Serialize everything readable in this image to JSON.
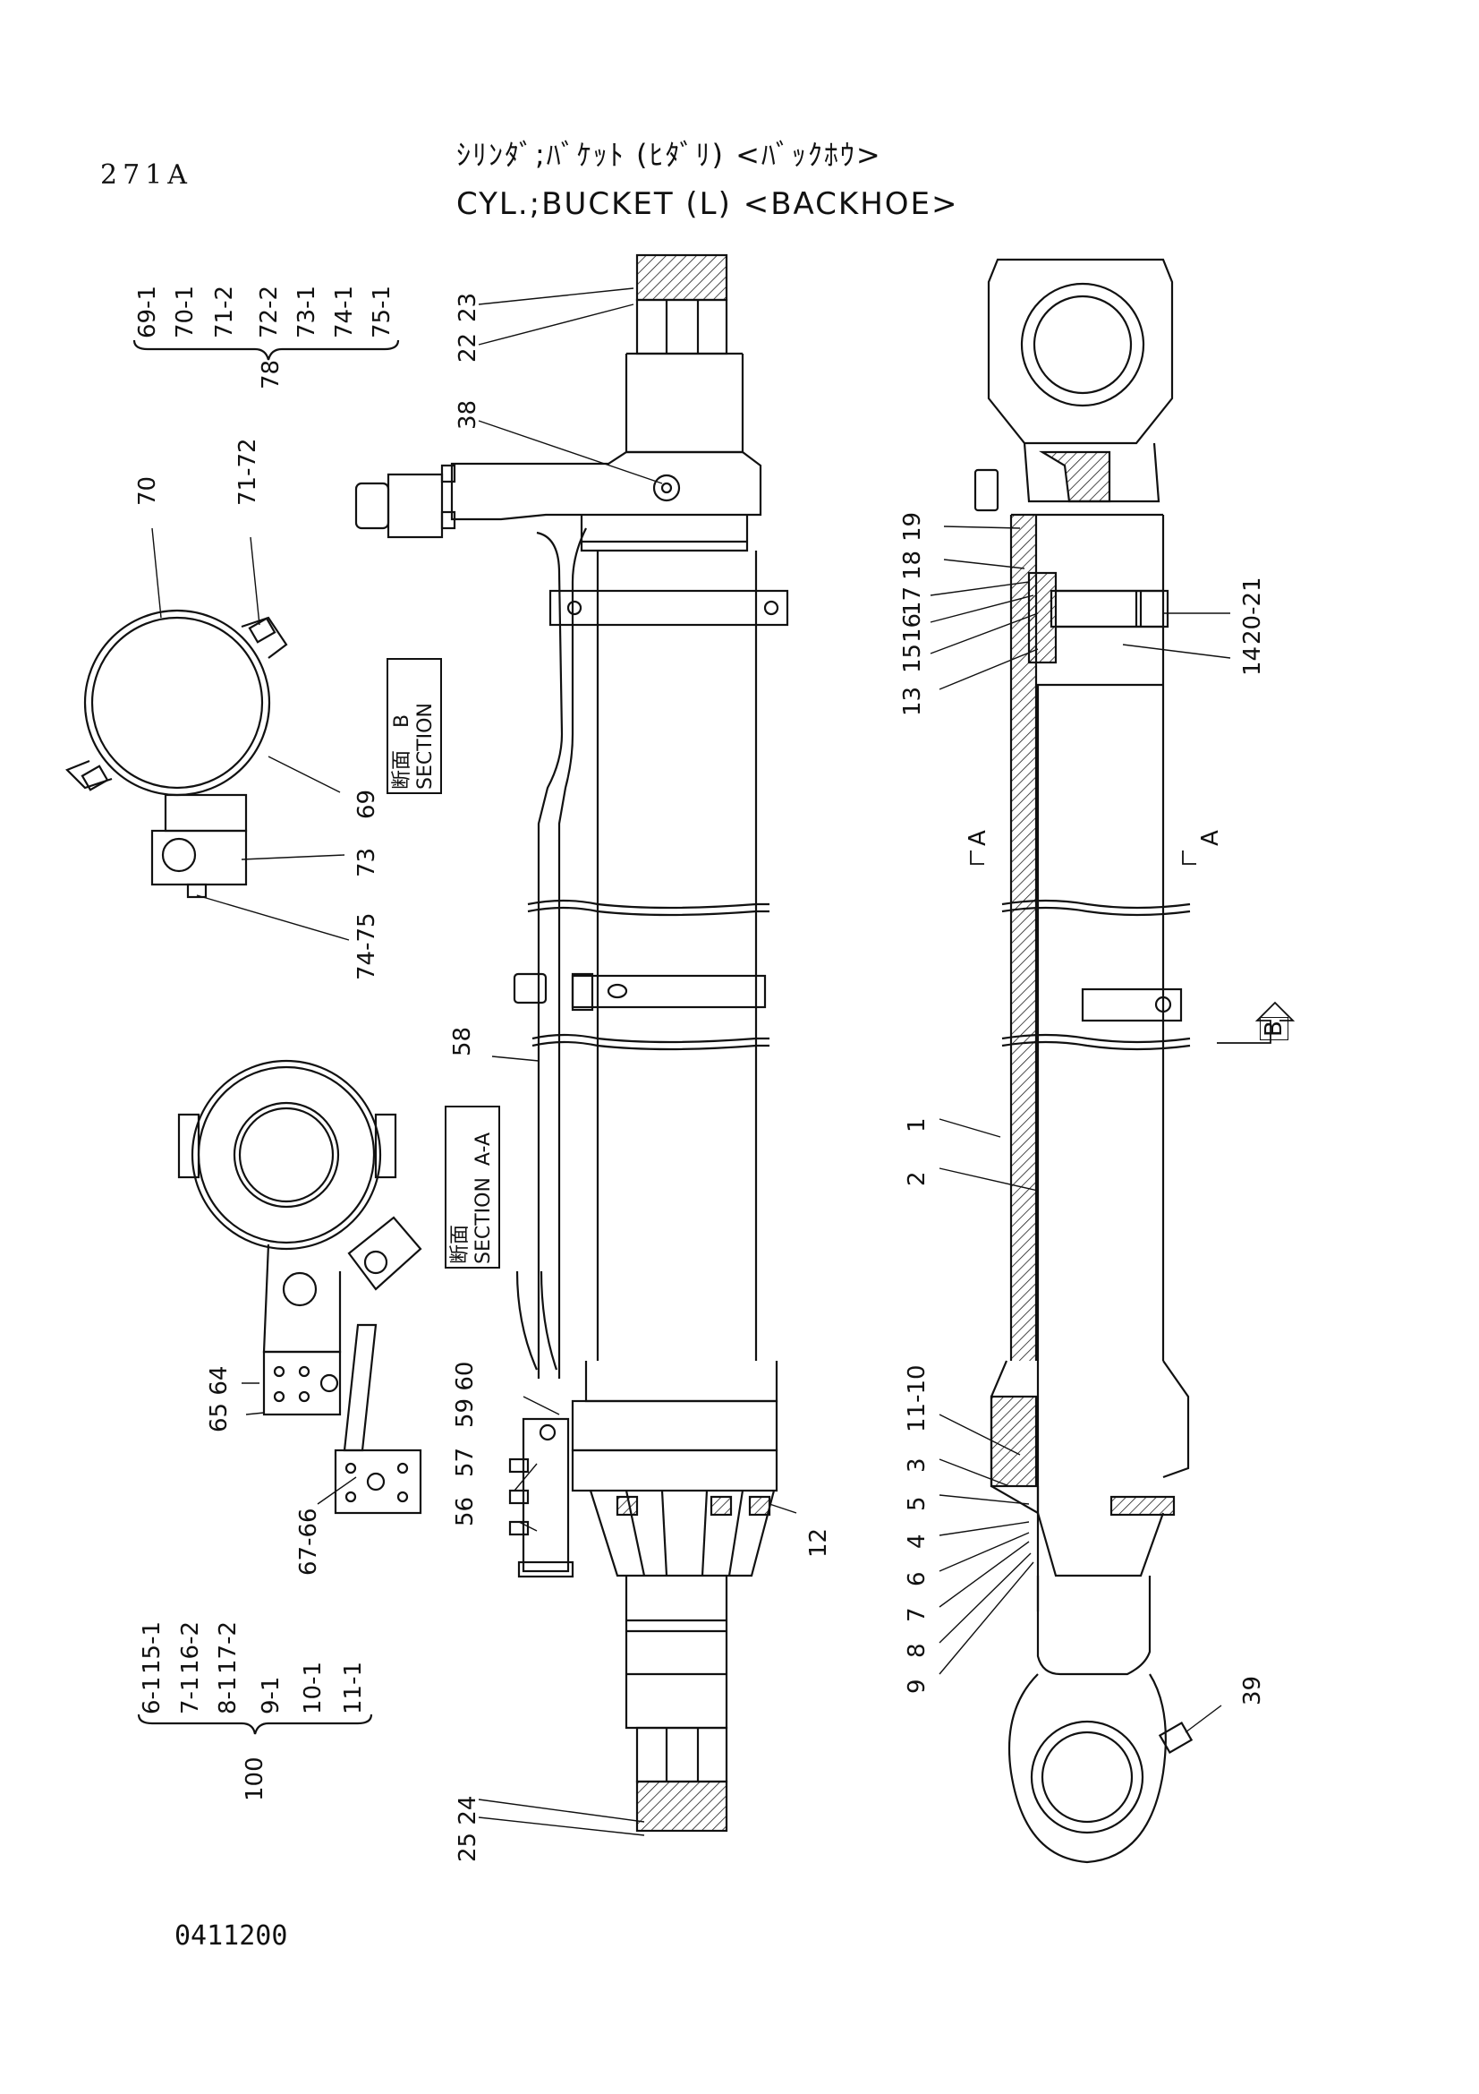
{
  "header": {
    "page_code": "271A",
    "title_jp": "ｼﾘﾝﾀﾞ;ﾊﾞｹｯﾄ (ﾋﾀﾞﾘ) <ﾊﾞｯｸﾎｳ>",
    "title_en": "CYL.;BUCKET (L) <BACKHOE>"
  },
  "footer": {
    "drawing_no": "0411200"
  },
  "kit_78": {
    "items": [
      "69-1",
      "70-1",
      "71-2",
      "72-2",
      "73-1",
      "74-1",
      "75-1"
    ],
    "kit_no": "78"
  },
  "kit_100": {
    "row1": [
      "15-1",
      "16-2",
      "17-2"
    ],
    "row2": [
      "6-1",
      "7-1",
      "8-1",
      "9-1",
      "10-1",
      "11-1"
    ],
    "kit_no": "100"
  },
  "sections": {
    "section_b": {
      "jp": "断面",
      "en": "SECTION",
      "letter": "B"
    },
    "section_aa": {
      "jp": "断面",
      "en": "SECTION",
      "letter": "A-A"
    }
  },
  "markers": {
    "a_left": "A",
    "a_right": "A",
    "b_arrow": "B"
  },
  "callouts": {
    "c23": "23",
    "c22": "22",
    "c38": "38",
    "c70": "70",
    "c7172": "71-72",
    "c69": "69",
    "c73": "73",
    "c7475": "74-75",
    "c58": "58",
    "c6564": "65 64",
    "c6766": "67-66",
    "c5960": "59 60",
    "c57": "57",
    "c56": "56",
    "c12": "12",
    "c2524": "25 24",
    "c19": "19",
    "c18": "18",
    "c17": "17",
    "c16": "16",
    "c15": "15",
    "c13": "13",
    "c2021": "20-21",
    "c14": "14",
    "c1": "1",
    "c2": "2",
    "c1110": "11-10",
    "c3": "3",
    "c5": "5",
    "c4": "4",
    "c6": "6",
    "c7": "7",
    "c8": "8",
    "c9": "9",
    "c39": "39"
  }
}
